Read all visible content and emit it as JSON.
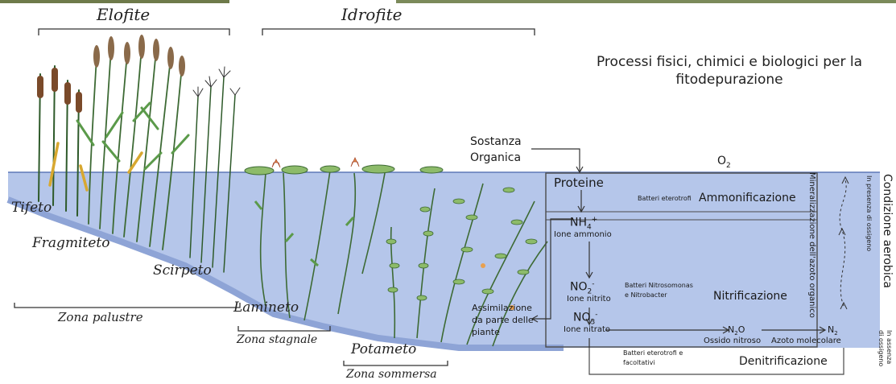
{
  "plant_groups": {
    "elofite": "Elofite",
    "idrofite": "Idrofite"
  },
  "title": "Processi fisici, chimici e biologici per la fitodepurazione",
  "zones": {
    "tifeto": "Tifeto",
    "fragmiteto": "Fragmiteto",
    "scirpeto": "Scirpeto",
    "zona_palustre": "Zona palustre",
    "lamineto": "Lamineto",
    "zona_stagnale": "Zona stagnale",
    "potameto": "Potameto",
    "zona_sommersa": "Zona sommersa"
  },
  "process": {
    "sostanza_organica_1": "Sostanza",
    "sostanza_organica_2": "Organica",
    "o2": "O",
    "o2_sub": "2",
    "proteine": "Proteine",
    "batteri_eterotrofi": "Batteri eterotrofi",
    "ammonificazione": "Ammonificazione",
    "nh4": "NH",
    "nh4_sub": "4",
    "nh4_sup": "+",
    "ione_ammonio": "Ione ammonio",
    "no2": "NO",
    "no2_sub": "2",
    "no2_sup": "-",
    "ione_nitrito": "Ione nitrito",
    "batteri_nitrosomonas": "Batteri Nitrosomonas",
    "e_nitrobacter": "e Nitrobacter",
    "nitrificazione": "Nitrificazione",
    "no3": "NO",
    "no3_sub": "3",
    "no3_sup": "-",
    "ione_nitrato": "Ione nitrato",
    "assimilazione_1": "Assimilazione",
    "assimilazione_2": "da parte delle",
    "assimilazione_3": "piante",
    "n2o": "N",
    "n2o_sub": "2",
    "n2o_end": "O",
    "ossido_nitroso": "Ossido nitroso",
    "n2": "N",
    "n2_sub": "2",
    "azoto_molecolare": "Azoto molecolare",
    "batteri_facoltativi_1": "Batteri eterotrofi e",
    "batteri_facoltativi_2": "facoltativi",
    "denitrificazione": "Denitrificazione",
    "mineralizzazione": "Mineralizzazione dell'azoto organico",
    "condizione_aerobica": "Condizione aerobica",
    "in_presenza": "In presenza di ossigeno",
    "in_assenza_1": "In assenza",
    "in_assenza_2": "di ossigeno"
  },
  "colors": {
    "water": "#b5c6ea",
    "ground": "#a9bde6",
    "box_line": "#4a4a4a",
    "stem": "#2e5a2a",
    "leaf": "#5b9a4a",
    "reed_brown": "#7a4a2a",
    "yellow_leaf": "#d8a830"
  }
}
